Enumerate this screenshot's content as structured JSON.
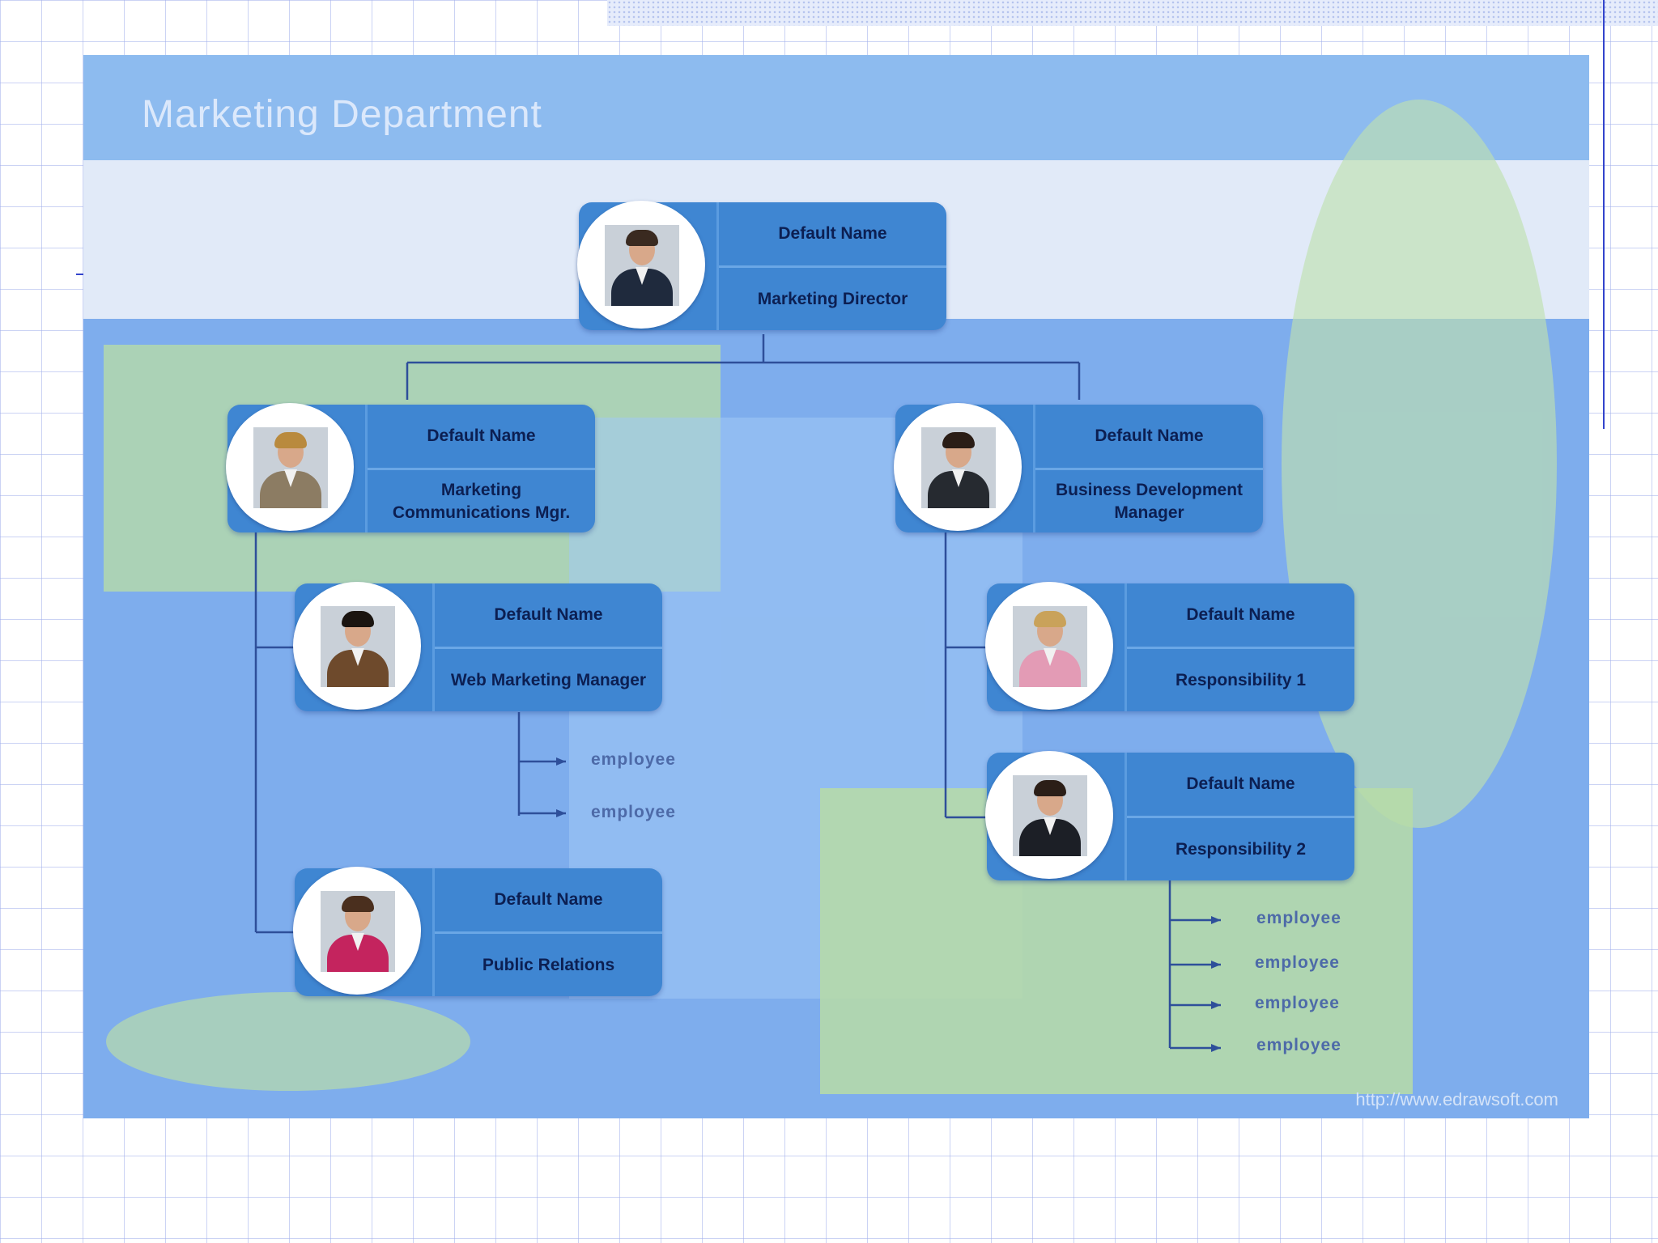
{
  "slide": {
    "title": "Marketing Department",
    "credit": "http://www.edrawsoft.com"
  },
  "nodes": {
    "director": {
      "name": "Default Name",
      "role": "Marketing Director",
      "icon": "person-photo-icon"
    },
    "marcom": {
      "name": "Default Name",
      "role": "Marketing Communications Mgr.",
      "icon": "person-photo-icon"
    },
    "bizdev": {
      "name": "Default Name",
      "role": "Business Development Manager",
      "icon": "person-photo-icon"
    },
    "web": {
      "name": "Default Name",
      "role": "Web Marketing Manager",
      "icon": "person-photo-icon"
    },
    "pr": {
      "name": "Default Name",
      "role": "Public Relations",
      "icon": "person-photo-icon"
    },
    "resp1": {
      "name": "Default Name",
      "role": "Responsibility 1",
      "icon": "person-photo-icon"
    },
    "resp2": {
      "name": "Default Name",
      "role": "Responsibility 2",
      "icon": "person-photo-icon"
    }
  },
  "employees": {
    "web": [
      "employee",
      "employee"
    ],
    "resp2": [
      "employee",
      "employee",
      "employee",
      "employee"
    ]
  },
  "colors": {
    "slide_bg": "#7eaded",
    "card": "#3f86d2",
    "card_text": "#0c1f52",
    "connector": "#2e4f9a",
    "accent_green": "#b7dca6"
  }
}
